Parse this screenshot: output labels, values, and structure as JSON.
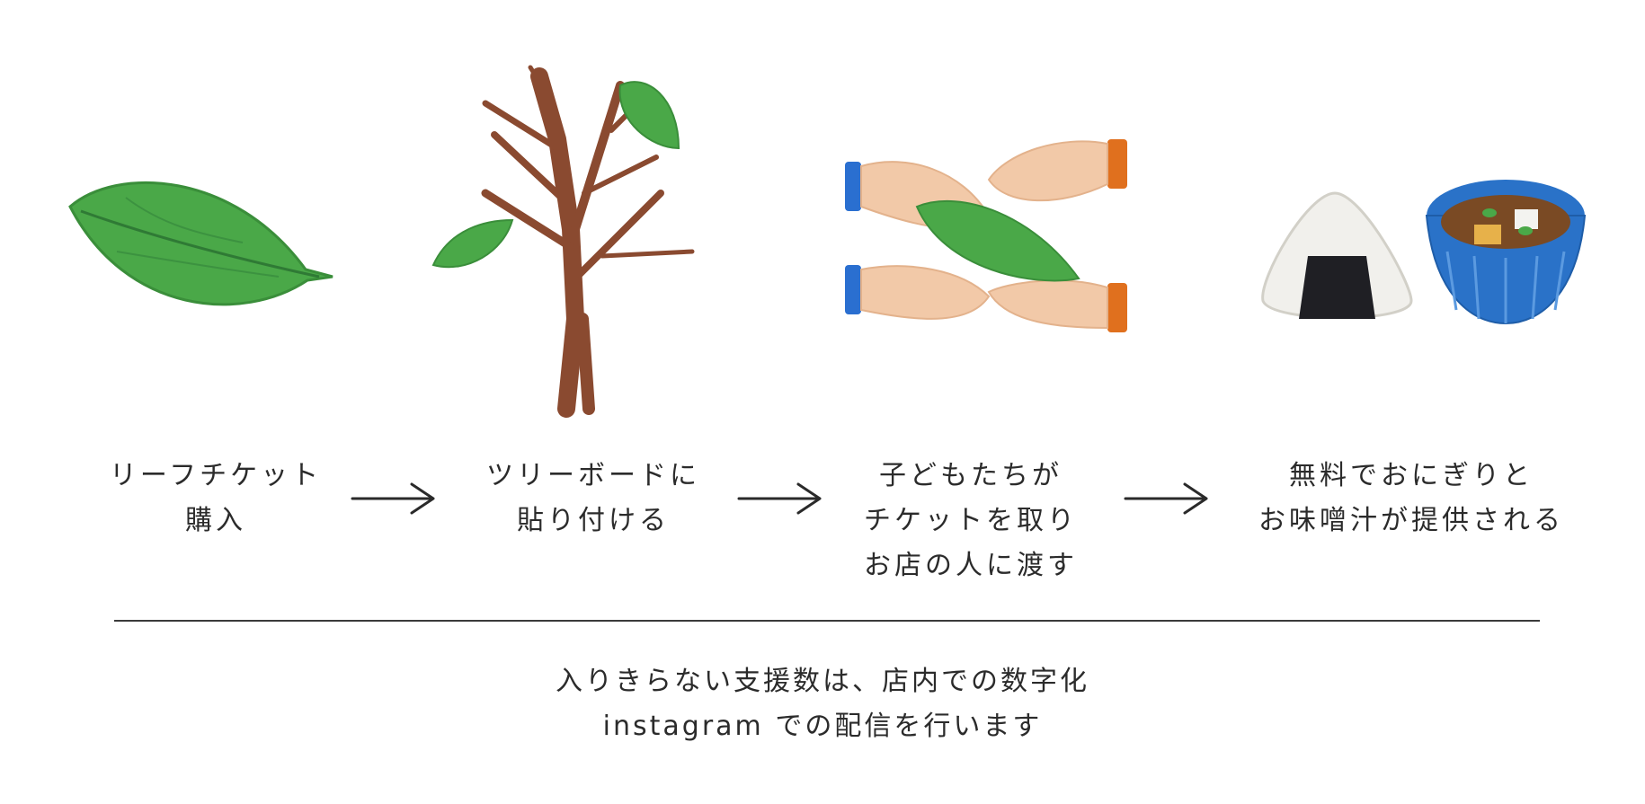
{
  "steps": [
    {
      "line1": "リーフチケット",
      "line2": "購入",
      "icon": "leaf-icon"
    },
    {
      "line1": "ツリーボードに",
      "line2": "貼り付ける",
      "icon": "tree-icon"
    },
    {
      "line1": "子どもたちが",
      "line2": "チケットを取り",
      "line3": "お店の人に渡す",
      "icon": "hands-passing-leaf-icon"
    },
    {
      "line1": "無料でおにぎりと",
      "line2": "お味噌汁が提供される",
      "icon": "onigiri-and-miso-soup-icon"
    }
  ],
  "note": {
    "line1": "入りきらない支援数は、店内での数字化",
    "line2": "instagram での配信を行います"
  },
  "colors": {
    "leaf": "#4aa848",
    "trunk": "#8a4a30",
    "skin": "#f2c9a8",
    "blue_cuff": "#2a6fd0",
    "orange_cuff": "#e0701e",
    "bowl": "#2a72c8",
    "text": "#2b2b2b"
  }
}
